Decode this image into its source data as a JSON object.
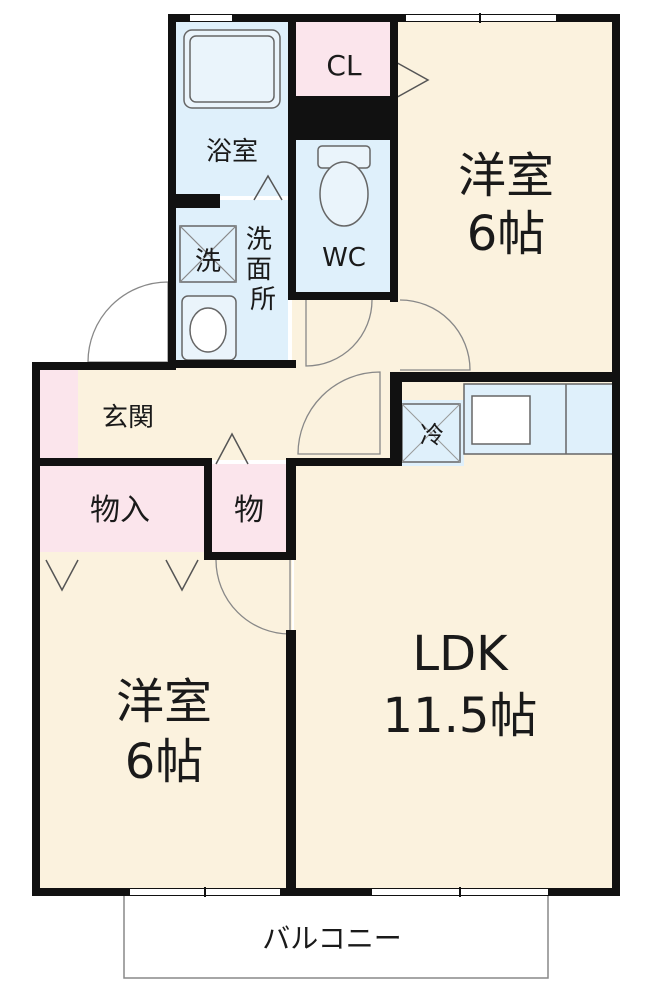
{
  "rooms": {
    "closet_cl": "CL",
    "bathroom": "浴室",
    "washer": "洗",
    "washroom": "洗面所",
    "toilet": "WC",
    "western_room_upper": {
      "name": "洋室",
      "size": "6帖"
    },
    "entrance": "玄関",
    "fridge": "冷",
    "storage_large": "物入",
    "storage_small": "物",
    "ldk": {
      "name": "LDK",
      "size": "11.5帖"
    },
    "western_room_lower": {
      "name": "洋室",
      "size": "6帖"
    },
    "balcony": "バルコニー"
  },
  "colors": {
    "wall": "#111111",
    "room_floor": "#fbf2de",
    "wet_area": "#dff0fb",
    "storage": "#fbe5ec",
    "entrance": "#fbf2de"
  }
}
